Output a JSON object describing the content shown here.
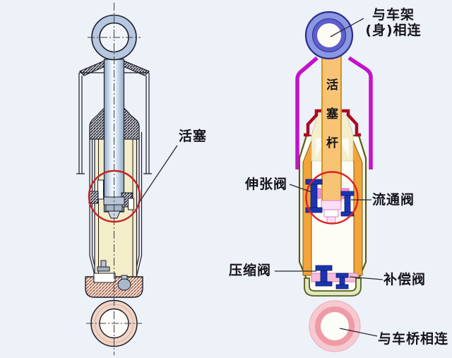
{
  "labels": {
    "piston": "活塞",
    "piston_rod": "活塞杆",
    "frame_connection_line1": "与车架",
    "frame_connection_line2": "(身)相连",
    "extension_valve": "伸张阀",
    "flow_valve": "流通阀",
    "compression_valve": "压缩阀",
    "compensation_valve": "补偿阀",
    "axle_connection": "与车桥相连"
  },
  "colors": {
    "background": "#EDF1F8",
    "top_eye_outer_blue": "#8A97E3",
    "top_eye_inner_blue": "#5E5ECD",
    "dust_tube_magenta": "#C313C9",
    "piston_rod_orange": "#F7C476",
    "cylinder_wall_orange": "#F3A43A",
    "cylinder_outline_olive": "#5B5B14",
    "rod_guide_cap_dark_red": "#AB0A20",
    "seal_area_cream": "#F4EECD",
    "valve_blue": "#1A35B0",
    "piston_pink": "#EF93E2",
    "base_valve_strip_pink": "#F4BCDA",
    "bottom_cup_green": "#DDE8C4",
    "bottom_eye_outer_pink": "#F7C9D1",
    "bottom_eye_inner_pink": "#EF9BA6",
    "highlight_circle_red": "#E02020",
    "left_drawing_top_eye": "#B6C7E0",
    "left_drawing_bottom_eye": "#F0D4C5",
    "left_drawing_cylinder_cream": "#F3EDC9"
  }
}
